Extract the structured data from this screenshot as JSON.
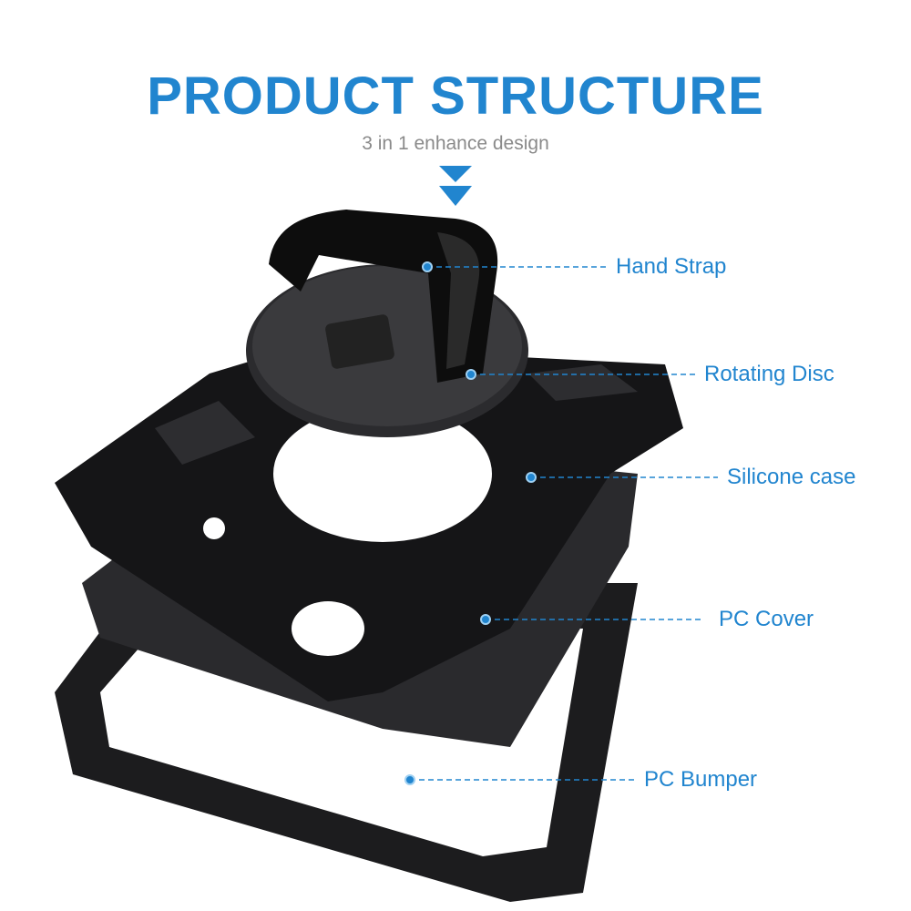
{
  "header": {
    "title": "PRODUCT STRUCTURE",
    "subtitle": "3 in 1 enhance design"
  },
  "accent_color": "#2185cf",
  "callouts": [
    {
      "label": "Hand Strap"
    },
    {
      "label": "Rotating Disc"
    },
    {
      "label": "Silicone case"
    },
    {
      "label": "PC Cover"
    },
    {
      "label": "PC Bumper"
    }
  ]
}
